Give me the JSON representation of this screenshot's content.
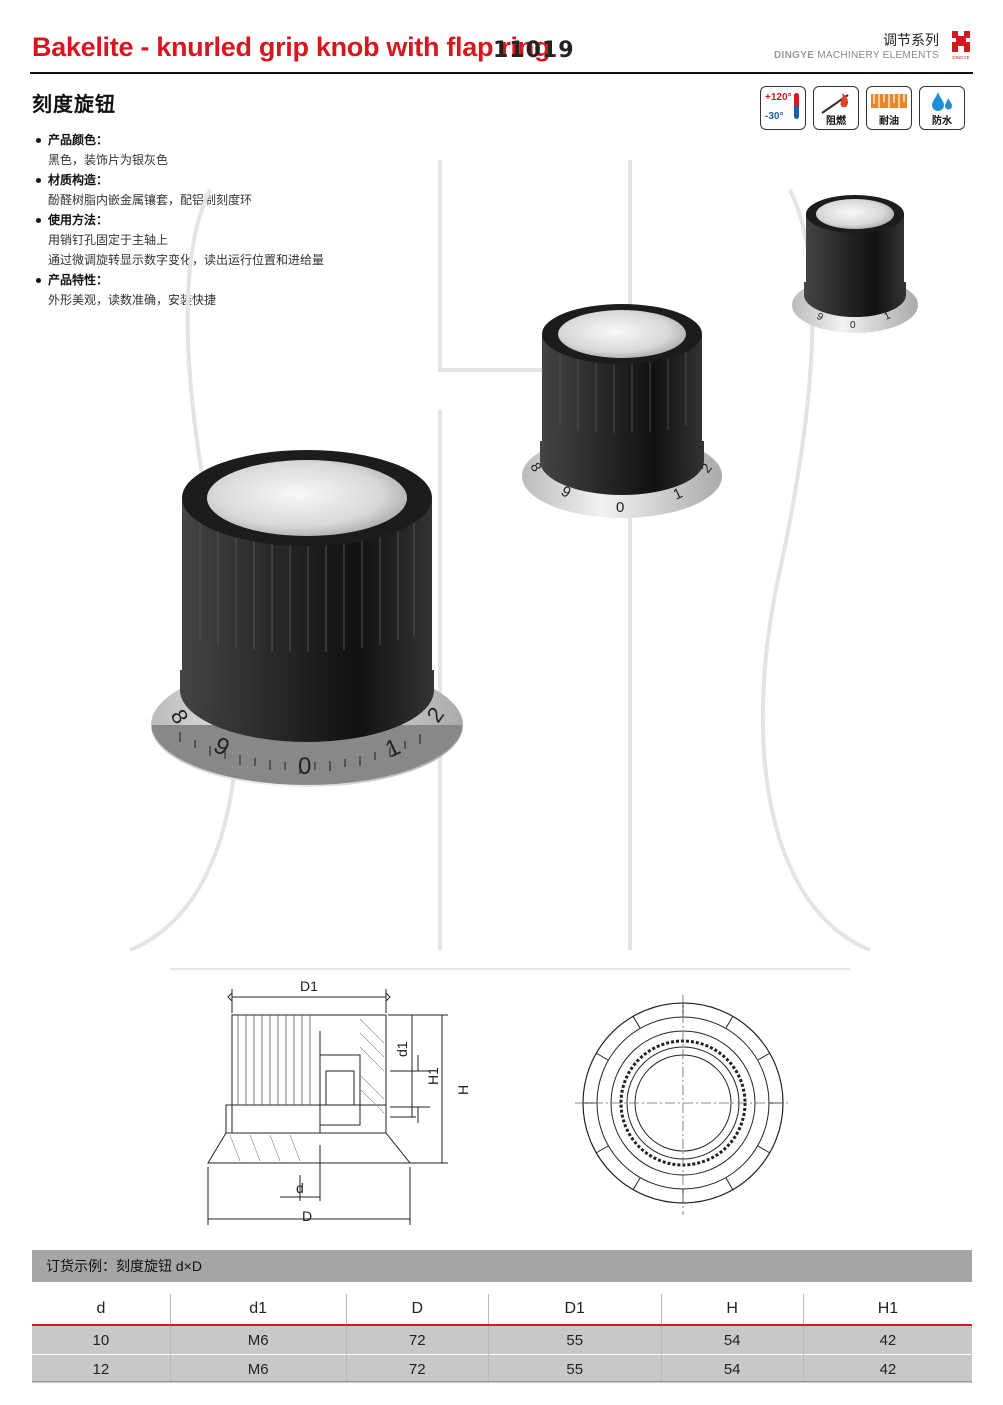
{
  "header": {
    "title": "Bakelite - knurled grip knob with flap ring",
    "code": "11019",
    "series": "调节系列",
    "brand_bold": "DINGYE",
    "brand_rest": "MACHINERY ELEMENTS",
    "logo_text": "DINGYE"
  },
  "subtitle": "刻度旋钮",
  "badges": [
    {
      "label": "",
      "hi": "+120°",
      "lo": "-30°",
      "icon": "temperature-icon"
    },
    {
      "label": "阻燃",
      "icon": "flame-retardant-icon"
    },
    {
      "label": "耐油",
      "icon": "oil-resistant-icon"
    },
    {
      "label": "防水",
      "icon": "waterproof-icon"
    }
  ],
  "features": [
    {
      "head": "产品颜色：",
      "lines": [
        "黑色，装饰片为银灰色"
      ]
    },
    {
      "head": "材质构造：",
      "lines": [
        "酚醛树脂内嵌金属镶套，配铝制刻度环"
      ]
    },
    {
      "head": "使用方法：",
      "lines": [
        "用销钉孔固定于主轴上",
        "通过微调旋转显示数字变化，读出运行位置和进给量"
      ]
    },
    {
      "head": "产品特性：",
      "lines": [
        "外形美观，读数准确，安装快捷"
      ]
    }
  ],
  "dial_numbers": [
    "8",
    "9",
    "0",
    "1",
    "2"
  ],
  "drawing": {
    "D1": "D1",
    "d1": "d1",
    "H1": "H1",
    "H": "H",
    "d": "d",
    "D": "D"
  },
  "order": {
    "label": "订货示例：刻度旋钮 d×D"
  },
  "table": {
    "headers": [
      "d",
      "d1",
      "D",
      "D1",
      "H",
      "H1"
    ],
    "rows": [
      [
        "10",
        "M6",
        "72",
        "55",
        "54",
        "42"
      ],
      [
        "12",
        "M6",
        "72",
        "55",
        "54",
        "42"
      ]
    ]
  },
  "colors": {
    "brand_red": "#d6171f",
    "knob_black": "#1b1b1b",
    "ring_silver": "#d4d4d4",
    "table_gray": "#c8c8c8"
  }
}
